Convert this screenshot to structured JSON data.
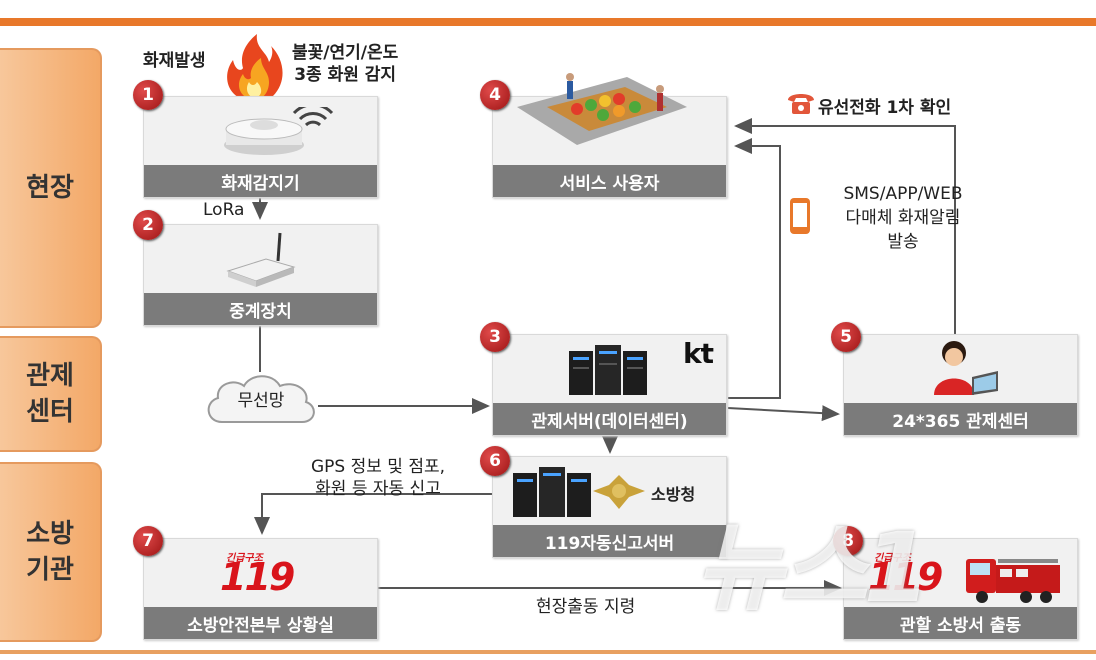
{
  "sections": {
    "site": "현장",
    "control_line1": "관제",
    "control_line2": "센터",
    "fire_line1": "소방",
    "fire_line2": "기관"
  },
  "fire": {
    "event": "화재발생",
    "detect_line1": "불꽃/연기/온도",
    "detect_line2": "3종 화원 감지"
  },
  "nodes": {
    "detector": {
      "number": "1",
      "label": "화재감지기"
    },
    "relay": {
      "number": "2",
      "label": "중계장치"
    },
    "server": {
      "number": "3",
      "label": "관제서버(데이터센터)",
      "logo": "kt"
    },
    "user": {
      "number": "4",
      "label": "서비스 사용자"
    },
    "center": {
      "number": "5",
      "label": "24*365 관제센터"
    },
    "auto_server": {
      "number": "6",
      "label": "119자동신고서버",
      "logo": "소방청"
    },
    "situation": {
      "number": "7",
      "label": "소방안전본부 상황실",
      "logo_small": "긴급구조",
      "logo_big": "119"
    },
    "station": {
      "number": "8",
      "label": "관할 소방서 출동",
      "logo_small": "긴급구조",
      "logo_big": "119"
    }
  },
  "edges": {
    "lora": "LoRa",
    "wireless": "무선망",
    "phone": "유선전화 1차 확인",
    "sms_line1": "SMS/APP/WEB",
    "sms_line2": "다매체 화재알림",
    "sms_line3": "발송",
    "gps_line1": "GPS 정보 및 점포,",
    "gps_line2": "화원 등 자동 신고",
    "dispatch": "현장출동 지령"
  },
  "watermark": "뉴스1",
  "colors": {
    "accent": "#e8782a",
    "badge": "#c0221f",
    "label_bar": "#7b7b7b",
    "arrow": "#555555",
    "fire_red": "#d9141b"
  }
}
